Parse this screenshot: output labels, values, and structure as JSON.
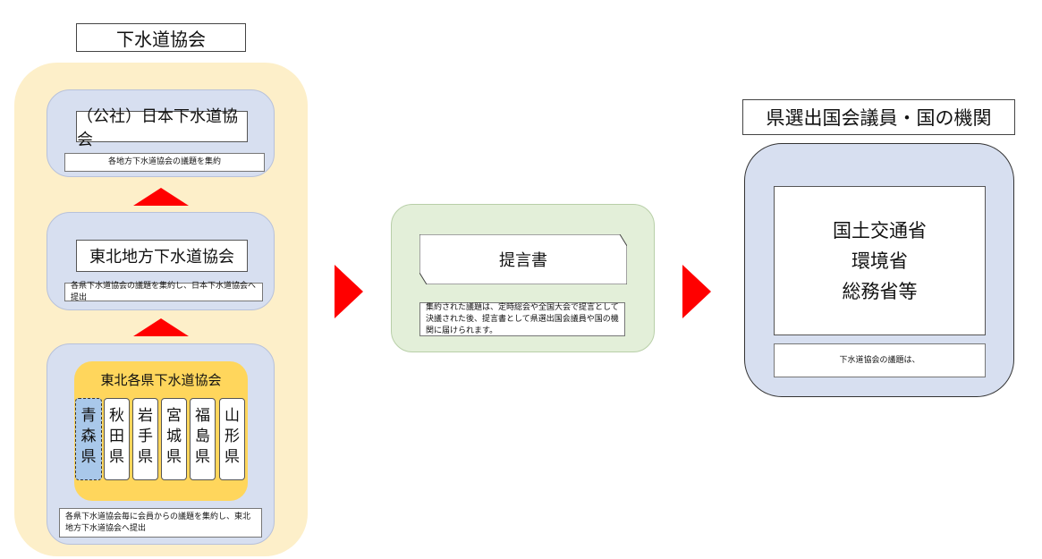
{
  "left": {
    "title": "下水道協会",
    "national": {
      "name": "（公社）日本下水道協会",
      "note": "各地方下水道協会の議題を集約"
    },
    "regional": {
      "name": "東北地方下水道協会",
      "note": "各県下水道協会の議題を集約し、日本下水道協会へ提出"
    },
    "prefectural": {
      "title": "東北各県下水道協会",
      "prefectures": [
        {
          "label": "青森県",
          "selected": true
        },
        {
          "label": "秋田県",
          "selected": false
        },
        {
          "label": "岩手県",
          "selected": false
        },
        {
          "label": "宮城県",
          "selected": false
        },
        {
          "label": "福島県",
          "selected": false
        },
        {
          "label": "山形県",
          "selected": false
        }
      ],
      "note": "各県下水道協会毎に会員からの議題を集約し、東北地方下水道協会へ提出"
    }
  },
  "middle": {
    "name": "提言書",
    "note": "集約された議題は、定時総会や全国大会で提言として決議された後、提言書として県選出国会議員や国の機関に届けられます。"
  },
  "right": {
    "title": "県選出国会議員・国の機関",
    "agencies": [
      "国土交通省",
      "環境省",
      "総務省等"
    ],
    "note": "下水道協会の議題は、"
  },
  "colors": {
    "arrow": "#ff0000",
    "outer_panel": "#fdefc9",
    "inner_panel": "#d7dff0",
    "yellow_box": "#ffd65c",
    "green_box": "#e3efd9",
    "selected_prefecture": "#a9c8ea"
  }
}
